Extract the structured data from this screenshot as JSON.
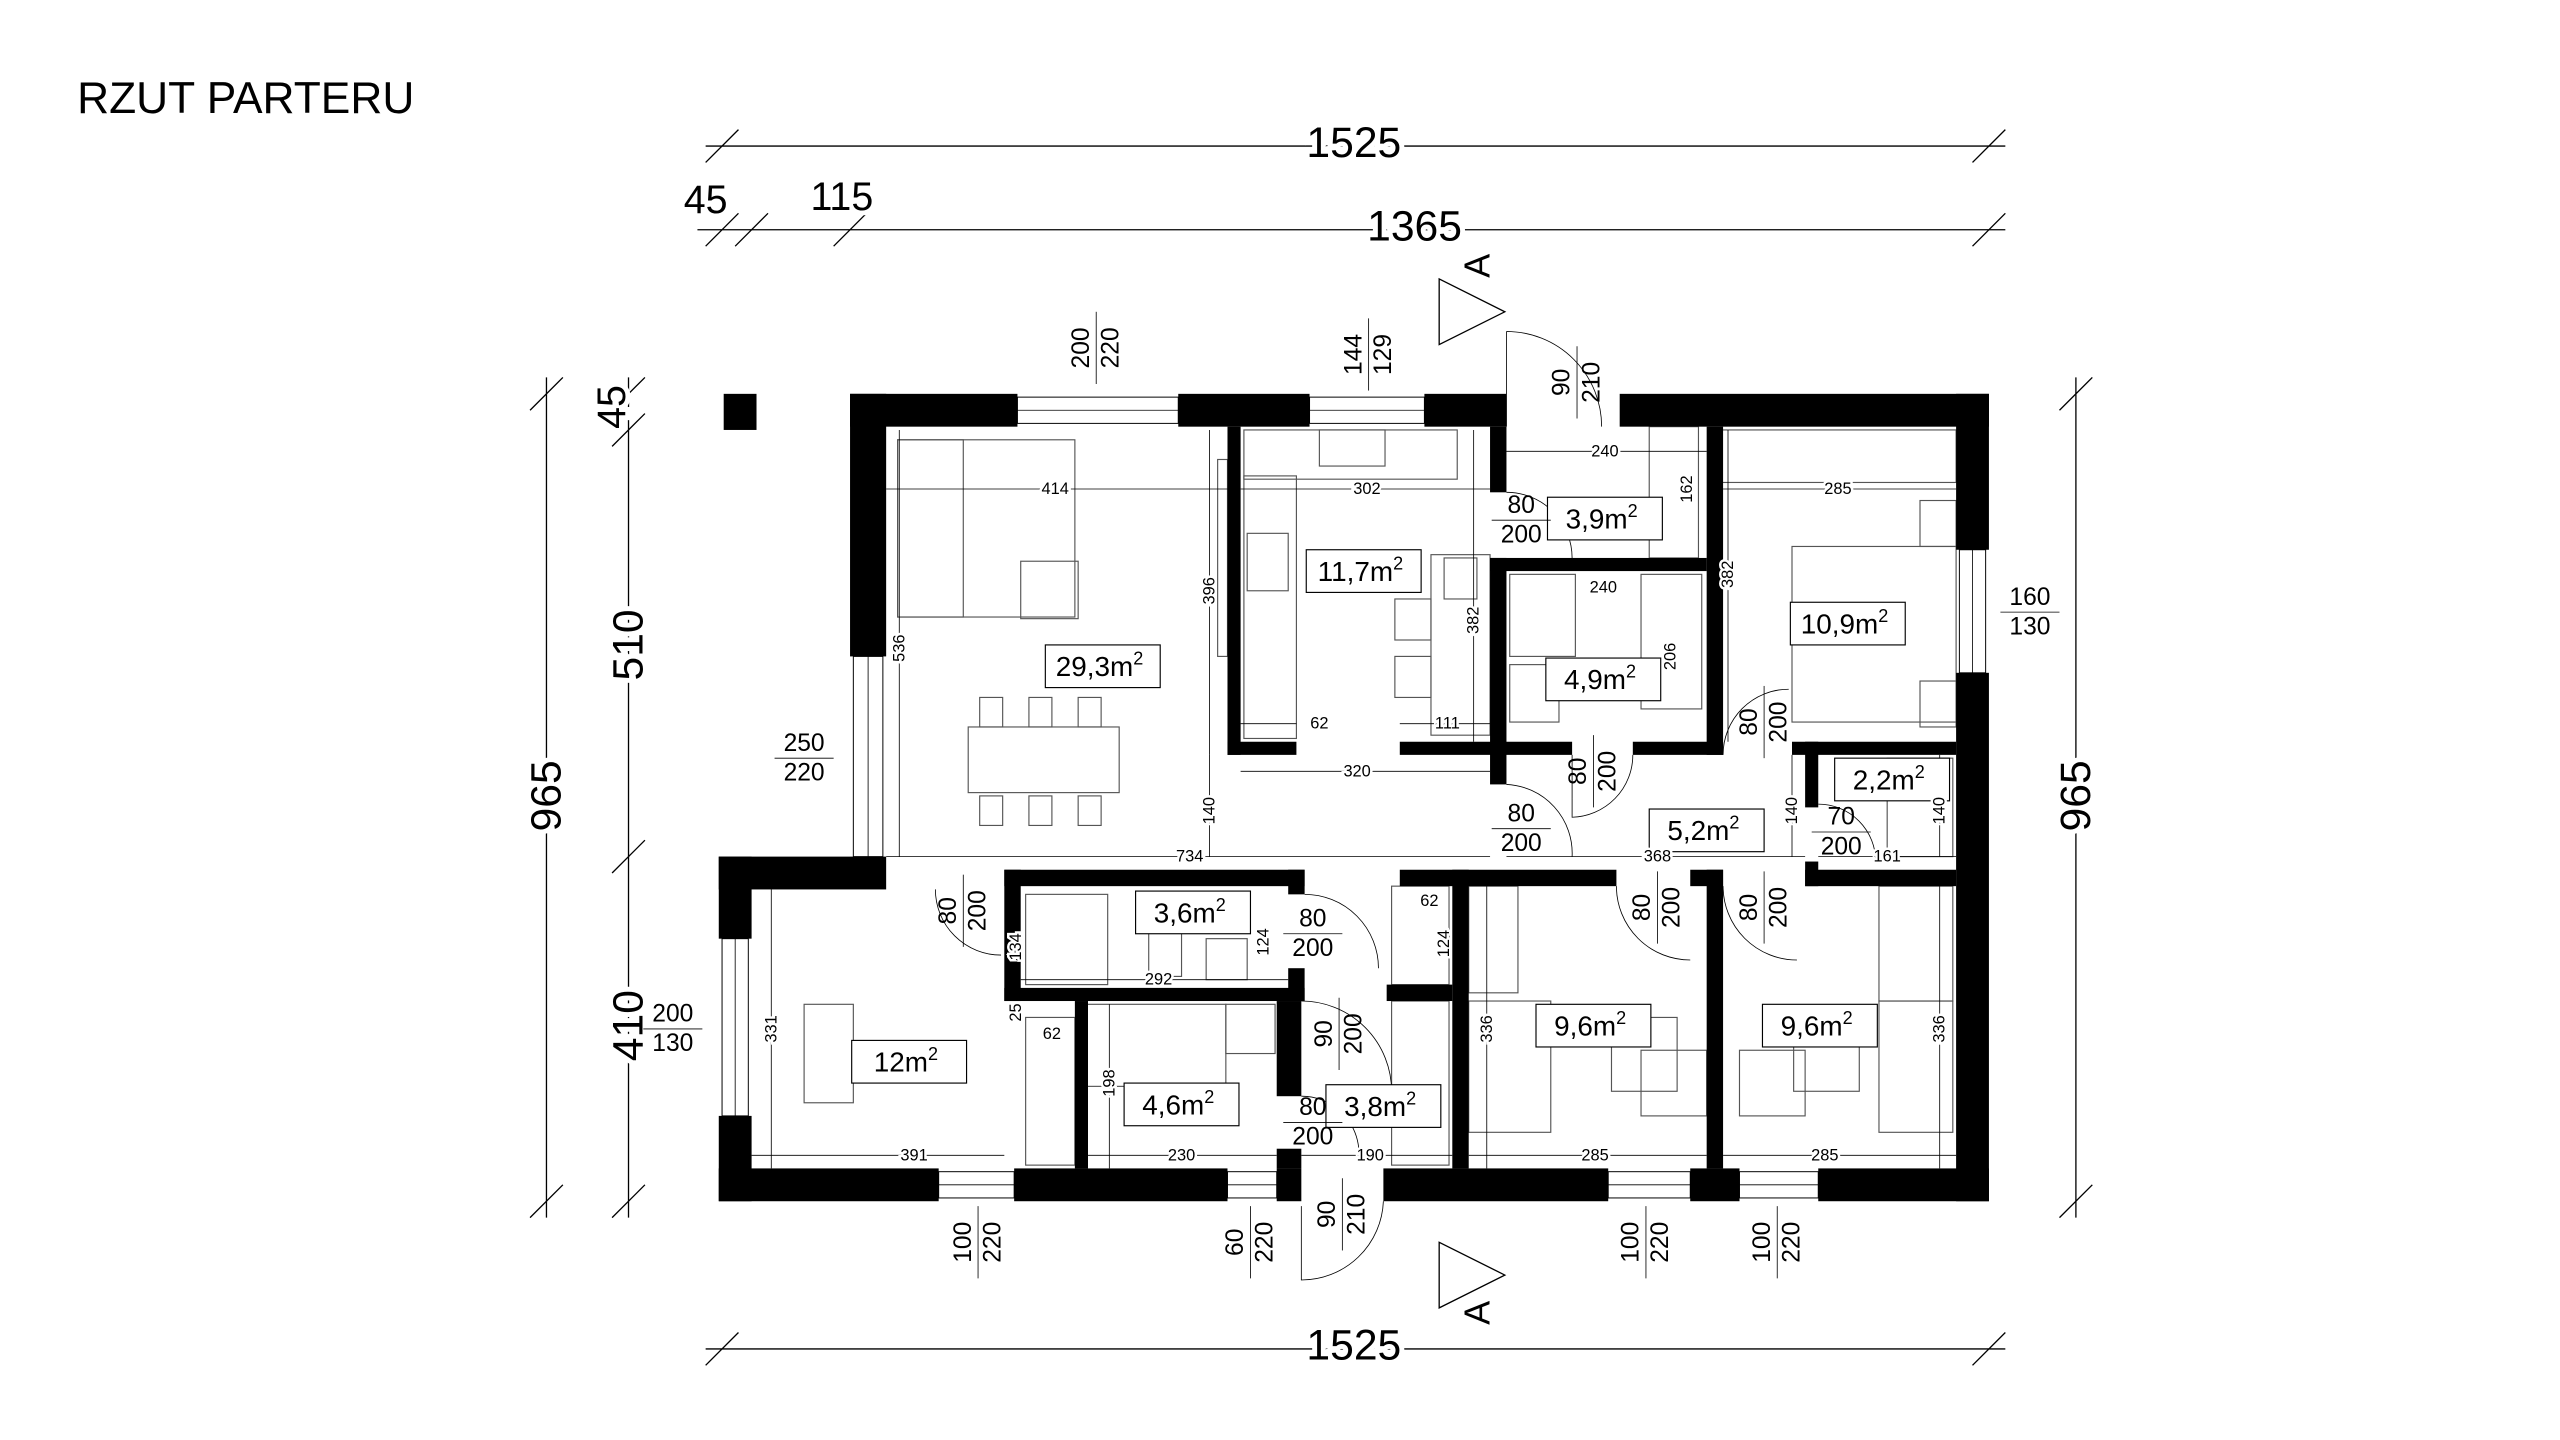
{
  "title": "RZUT PARTERU",
  "overall": {
    "top_total": "1525",
    "top_inner": "1365",
    "top_left_a": "45",
    "top_left_b": "115",
    "left_total": "965",
    "left_top": "45",
    "left_mid": "510",
    "left_bottom": "410",
    "right_total": "965",
    "bottom_total": "1525"
  },
  "section_marker": {
    "label": "A"
  },
  "rooms": [
    {
      "area": "29,3m",
      "sup": "2"
    },
    {
      "area": "11,7m",
      "sup": "2"
    },
    {
      "area": "3,9m",
      "sup": "2"
    },
    {
      "area": "4,9m",
      "sup": "2"
    },
    {
      "area": "10,9m",
      "sup": "2"
    },
    {
      "area": "2,2m",
      "sup": "2"
    },
    {
      "area": "5,2m",
      "sup": "2"
    },
    {
      "area": "3,6m",
      "sup": "2"
    },
    {
      "area": "12m",
      "sup": "2"
    },
    {
      "area": "4,6m",
      "sup": "2"
    },
    {
      "area": "3,8m",
      "sup": "2"
    },
    {
      "area": "9,6m",
      "sup": "2"
    },
    {
      "area": "9,6m",
      "sup": "2"
    }
  ],
  "openings": [
    {
      "a": "200",
      "b": "220"
    },
    {
      "a": "144",
      "b": "129"
    },
    {
      "a": "90",
      "b": "210"
    },
    {
      "a": "160",
      "b": "130"
    },
    {
      "a": "250",
      "b": "220"
    },
    {
      "a": "200",
      "b": "130"
    },
    {
      "a": "100",
      "b": "220"
    },
    {
      "a": "60",
      "b": "220"
    },
    {
      "a": "90",
      "b": "210"
    },
    {
      "a": "100",
      "b": "220"
    },
    {
      "a": "100",
      "b": "220"
    },
    {
      "a": "80",
      "b": "200"
    },
    {
      "a": "80",
      "b": "200"
    },
    {
      "a": "80",
      "b": "200"
    },
    {
      "a": "80",
      "b": "200"
    },
    {
      "a": "70",
      "b": "200"
    },
    {
      "a": "80",
      "b": "200"
    },
    {
      "a": "80",
      "b": "200"
    },
    {
      "a": "80",
      "b": "200"
    },
    {
      "a": "80",
      "b": "200"
    },
    {
      "a": "90",
      "b": "200"
    },
    {
      "a": "80",
      "b": "200"
    }
  ],
  "dimensions": [
    "414",
    "302",
    "240",
    "162",
    "285",
    "396",
    "536",
    "382",
    "240",
    "206",
    "382",
    "62",
    "111",
    "320",
    "140",
    "734",
    "368",
    "161",
    "140",
    "140",
    "134",
    "124",
    "292",
    "25",
    "62",
    "62",
    "124",
    "331",
    "198",
    "336",
    "336",
    "391",
    "230",
    "190",
    "285",
    "285"
  ]
}
